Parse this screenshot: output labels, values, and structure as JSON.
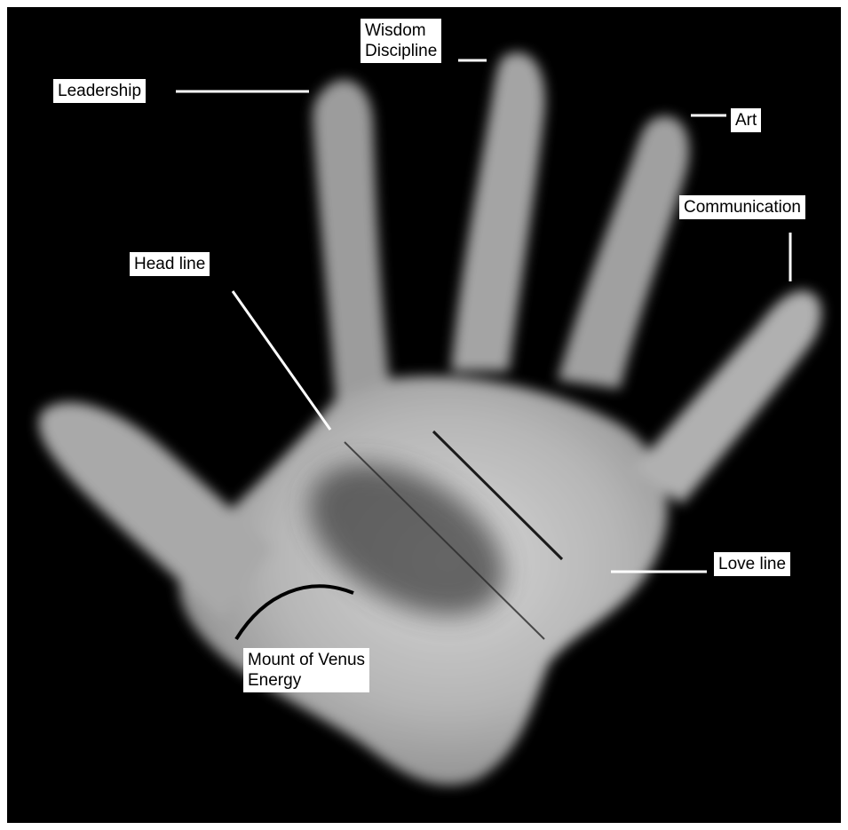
{
  "figure": {
    "background_color": "#000000",
    "hand_color": "#c4c4c4",
    "label_background": "#ffffff",
    "label_text_color": "#000000",
    "leader_line_color": "#ffffff"
  },
  "labels": {
    "leadership": "Leadership",
    "wisdom_discipline": "Wisdom\nDiscipline",
    "art": "Art",
    "communication": "Communication",
    "head_line": "Head line",
    "love_line": "Love line",
    "mount_of_venus": "Mount of Venus\nEnergy"
  }
}
